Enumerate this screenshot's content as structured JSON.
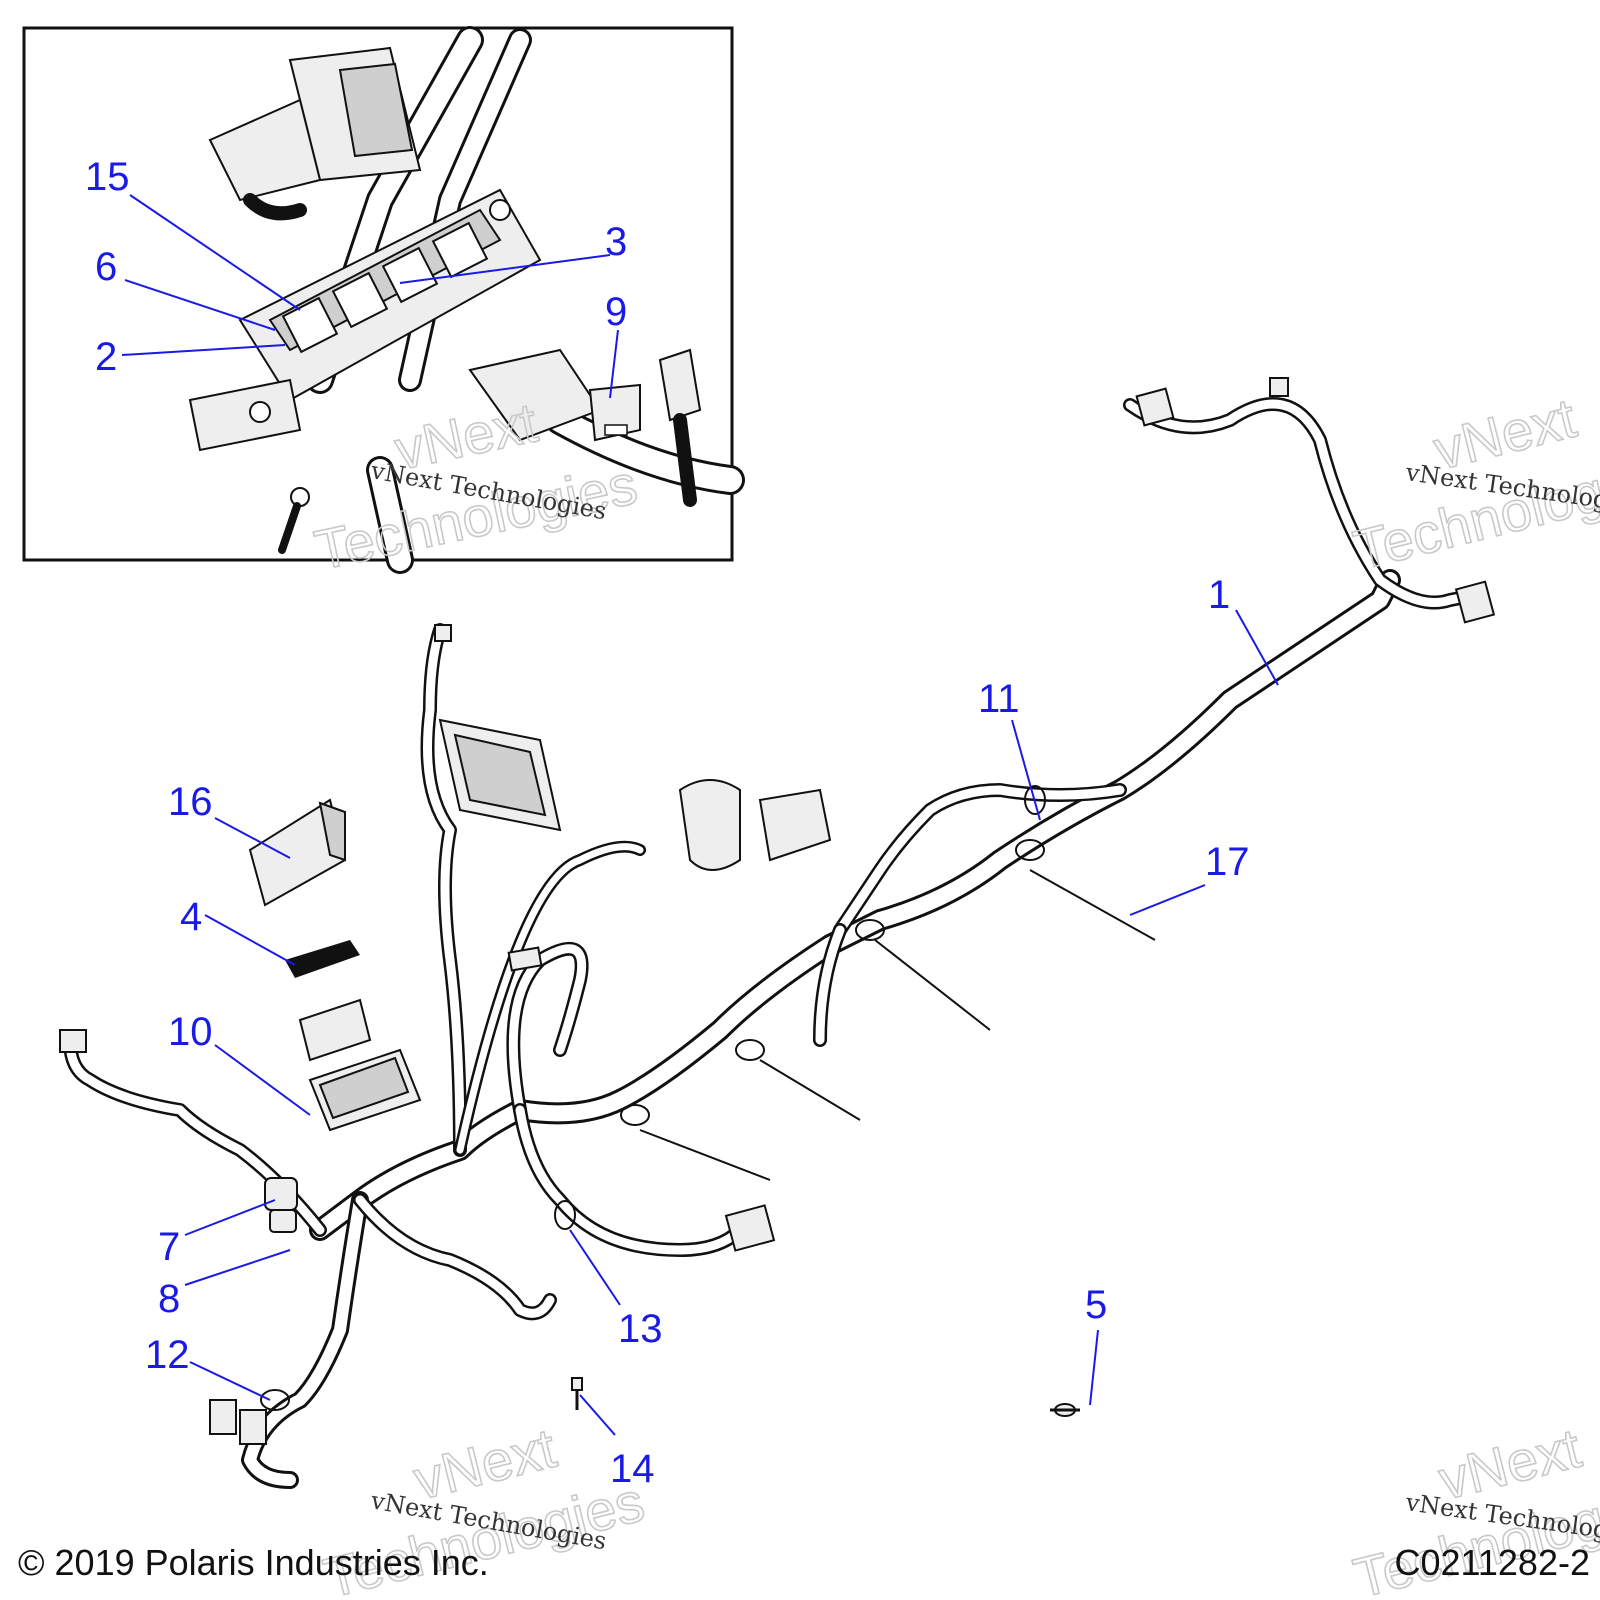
{
  "callouts": {
    "c1": "1",
    "c2": "2",
    "c3": "3",
    "c4": "4",
    "c5": "5",
    "c6": "6",
    "c7": "7",
    "c8": "8",
    "c9": "9",
    "c10": "10",
    "c11": "11",
    "c12": "12",
    "c13": "13",
    "c14": "14",
    "c15": "15",
    "c16": "16",
    "c17": "17"
  },
  "watermark": {
    "small": "vNext Technologies",
    "big_top": "vNext",
    "big_bottom": "Technologies"
  },
  "footer": {
    "copyright": "© 2019 Polaris Industries Inc.",
    "drawing_number": "C0211282-2"
  },
  "colors": {
    "callout": "#1a1ae6",
    "line_art": "#111111"
  }
}
